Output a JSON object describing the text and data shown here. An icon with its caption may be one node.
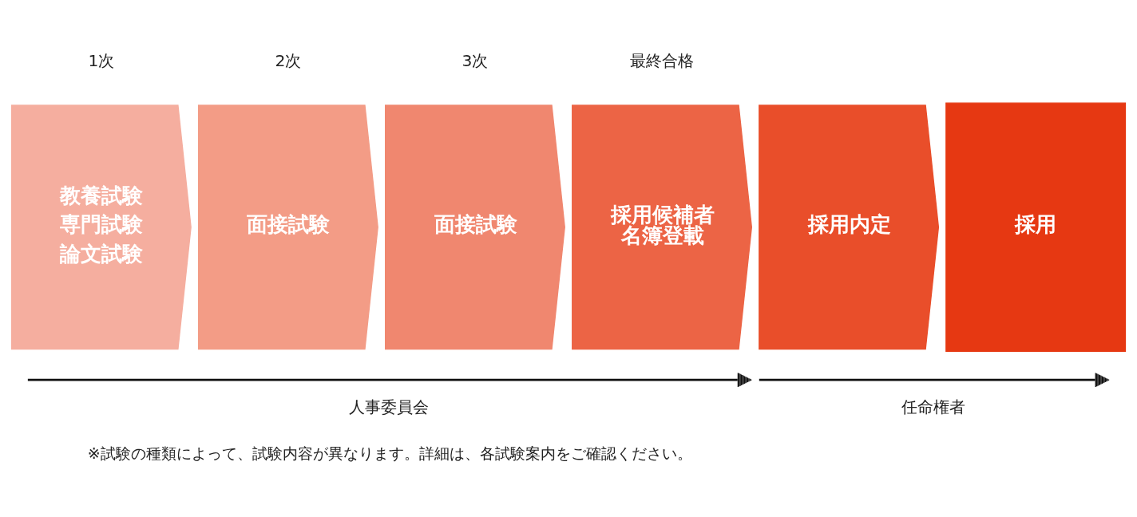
{
  "diagram": {
    "nodes": [
      {
        "text": [
          "教養試験",
          "専門試験",
          "論文試験"
        ],
        "beside": [
          "1次"
        ]
      },
      {
        "text": [
          "面接試験"
        ],
        "beside": [
          "2次"
        ]
      },
      {
        "text": [
          "面接試験"
        ],
        "beside": [
          "3次"
        ]
      },
      {
        "text": [
          "採用候補者名簿登載"
        ],
        "beside": [
          "最終合格"
        ]
      },
      {
        "text": [
          "採用内定"
        ]
      },
      {
        "text": [
          "採用"
        ]
      }
    ],
    "labels": [
      "人事委員会",
      "任命権者",
      "※試験の種類によって、試験内容が異なります。詳細は、各試験案内をご確認ください。"
    ]
  }
}
